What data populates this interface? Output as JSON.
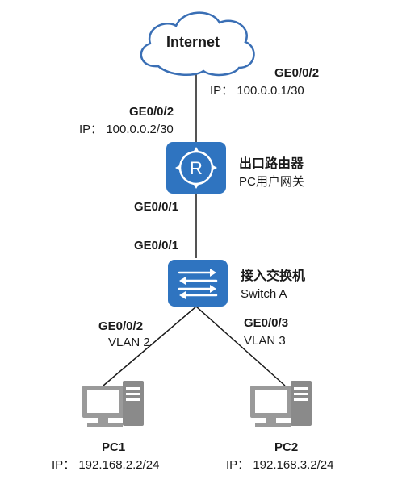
{
  "internet": {
    "label": "Internet"
  },
  "isp_port": {
    "name": "GE0/0/2",
    "ip": "IP：  100.0.0.1/30"
  },
  "router_wan_port": {
    "name": "GE0/0/2",
    "ip": "IP：  100.0.0.2/30"
  },
  "router": {
    "name": "出口路由器",
    "role": "PC用户网关",
    "port_down": "GE0/0/1"
  },
  "switch": {
    "name": "接入交换机",
    "model": "Switch A",
    "port_up": "GE0/0/1"
  },
  "links": {
    "pc1": {
      "port": "GE0/0/2",
      "vlan": "VLAN 2"
    },
    "pc2": {
      "port": "GE0/0/3",
      "vlan": "VLAN 3"
    }
  },
  "pc1": {
    "name": "PC1",
    "ip": "IP：  192.168.2.2/24"
  },
  "pc2": {
    "name": "PC2",
    "ip": "IP：  192.168.3.2/24"
  },
  "colors": {
    "device_blue": "#2f74c0",
    "cloud_fill": "#ffffff",
    "cloud_stroke": "#3a6fb5",
    "line": "#1a1a1a",
    "pc_gray": "#8a8a8a"
  }
}
